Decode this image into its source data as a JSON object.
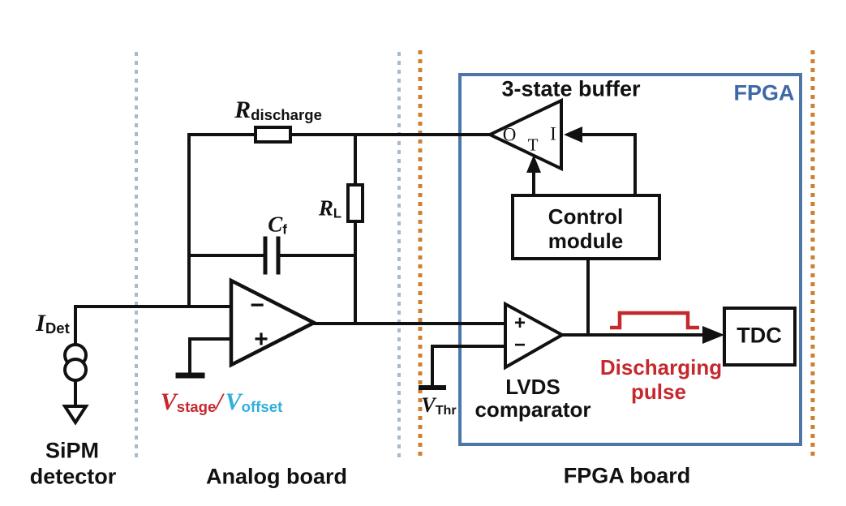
{
  "colors": {
    "line_black": "#111111",
    "red": "#C5282D",
    "cyan": "#2FAFDC",
    "fpga_box_blue": "#4C76A8",
    "fpga_text_blue": "#3E69A6",
    "dash_gray": "#A8BACC",
    "dash_orange": "#CE8033"
  },
  "components": {
    "sipm": {
      "label_line1": "SiPM",
      "label_line2": "detector",
      "current": {
        "main": "I",
        "sub": "Det"
      }
    },
    "analog_board": {
      "label": "Analog board",
      "r_discharge": {
        "main": "R",
        "sub": "discharge"
      },
      "r_load": {
        "main": "R",
        "sub": "L"
      },
      "c_feedback": {
        "main": "C",
        "sub": "f"
      },
      "opamp": {
        "minus": "−",
        "plus": "+"
      },
      "v_stage": {
        "main": "V",
        "sub": "stage"
      },
      "slash": "/",
      "v_offset": {
        "main": "V",
        "sub": "offset"
      }
    },
    "fpga_board": {
      "label": "FPGA board",
      "fpga_chip_label": "FPGA",
      "buffer": {
        "title": "3-state buffer",
        "pin_out": "O",
        "pin_tristate": "T",
        "pin_in": "I"
      },
      "control_module": {
        "line1": "Control",
        "line2": "module"
      },
      "comparator": {
        "line1": "LVDS",
        "line2": "comparator",
        "plus": "+",
        "minus": "−"
      },
      "v_thr": {
        "main": "V",
        "sub": "Thr"
      },
      "pulse_label": {
        "line1": "Discharging",
        "line2": "pulse"
      },
      "tdc_label": "TDC"
    }
  }
}
